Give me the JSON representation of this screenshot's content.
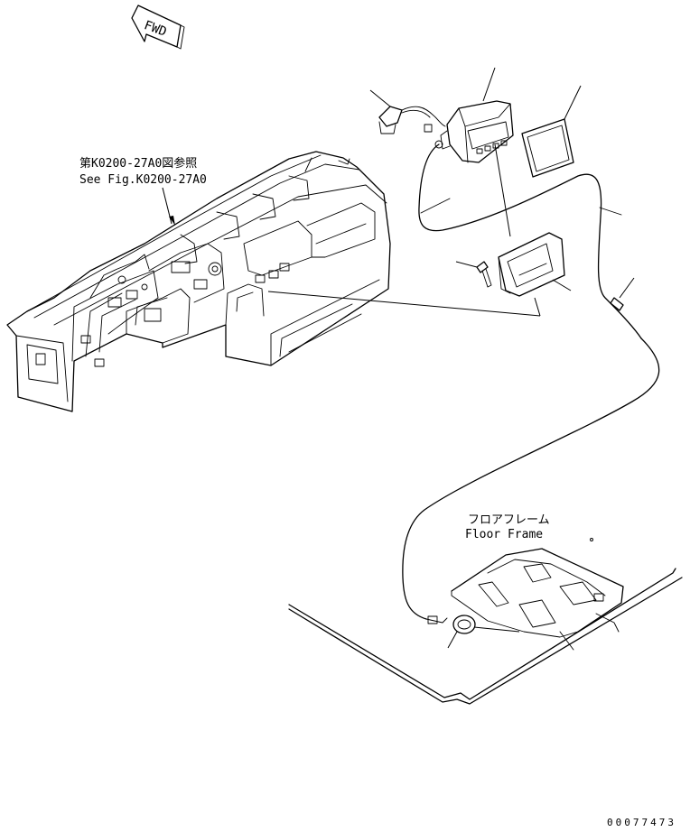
{
  "fwd_label": "FWD",
  "reference": {
    "line_jp": "第K0200-27A0図参照",
    "line_en": "See Fig.K0200-27A0"
  },
  "floor_frame": {
    "label_jp": "フロアフレーム",
    "label_en": "Floor Frame"
  },
  "drawing_number": "00077473"
}
